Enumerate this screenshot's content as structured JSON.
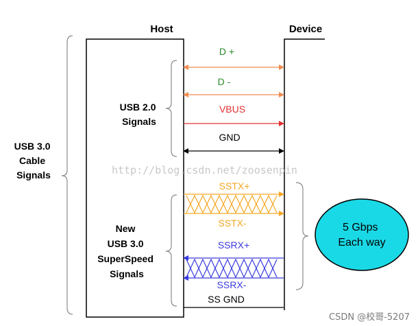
{
  "columns": {
    "host": "Host",
    "device": "Device"
  },
  "groups": {
    "cable": [
      "USB 3.0",
      "Cable",
      "Signals"
    ],
    "usb2": [
      "USB 2.0",
      "Signals"
    ],
    "superspeed": [
      "New",
      "USB 3.0",
      "SuperSpeed",
      "Signals"
    ]
  },
  "signals": {
    "dplus": "D +",
    "dminus": "D -",
    "vbus": "VBUS",
    "gnd": "GND",
    "sstx_plus": "SSTX+",
    "sstx_minus": "SSTX-",
    "ssrx_plus": "SSRX+",
    "ssrx_minus": "SSRX-",
    "ssgnd": "SS GND"
  },
  "callout": [
    "5 Gbps",
    "Each way"
  ],
  "watermark": "http://blog.csdn.net/zoosenpin",
  "credit": "CSDN @校哥-5207",
  "colors": {
    "dplus": "#2a8a2a",
    "dminus": "#2a8a2a",
    "usb2_arrow": "#f08c50",
    "vbus": "#e23030",
    "gnd": "#000000",
    "sstx": "#f5a623",
    "ssrx": "#3a3ae0",
    "callout_fill": "#1ad9e6",
    "brace": "#8a8a8a"
  }
}
